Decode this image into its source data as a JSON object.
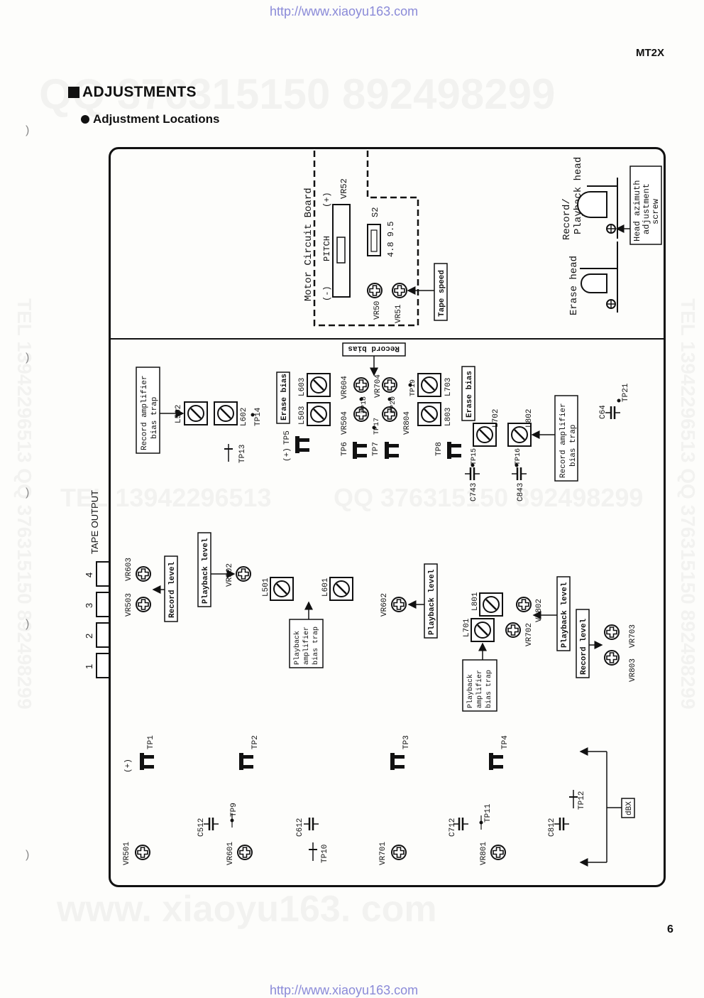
{
  "header": {
    "url_top": "http://www.xiaoyu163.com",
    "model": "MT2X"
  },
  "footer": {
    "url_bottom": "http://www.xiaoyu163.com",
    "page_number": "6"
  },
  "section": {
    "title": "ADJUSTMENTS",
    "subtitle": "Adjustment Locations"
  },
  "watermarks": {
    "qq_top": "QQ 376315150  892498299",
    "tel_mid": "TEL 13942296513",
    "qq_mid": "QQ 376315150  892498299",
    "tel_right": "TEL 13942296513  QQ 376315150  892498299",
    "tel_left": "TEL 13942296513  QQ 376315150  892498299",
    "www": "www. xiaoyu163. com"
  },
  "motor_board": {
    "title": "Motor Circuit Board",
    "pitch_label": "PITCH",
    "pitch_minus": "(-)",
    "pitch_plus": "(+)",
    "vr52": "VR52",
    "s2": "S2",
    "speeds": "4.8 9.5",
    "vr50": "VR50",
    "vr51": "VR51",
    "tape_speed": "Tape speed"
  },
  "heads": {
    "erase_head": "Erase head",
    "rp_head_line1": "Record/",
    "rp_head_line2": "Playback head",
    "azimuth_line1": "Head azimuth",
    "azimuth_line2": "adjustment",
    "azimuth_line3": "screw"
  },
  "callouts": {
    "record_amp_bias_trap_1": "Record amplifier",
    "record_amp_bias_trap_2": "bias trap",
    "erase_bias": "Erase bias",
    "record_bias": "Record bias",
    "record_level": "Record level",
    "playback_level": "Playback level",
    "playback_amp_bias_1": "Playback",
    "playback_amp_bias_2": "amplifier",
    "playback_amp_bias_3": "bias trap",
    "dbx": "dBX",
    "tape_output": "TAPE OUTPUT"
  },
  "components": {
    "L502": "L502",
    "L602": "L602",
    "TP14": "TP14",
    "TP13": "TP13",
    "L503": "L503",
    "L603": "L603",
    "VR604": "VR604",
    "VR504": "VR504",
    "TP18": "TP18",
    "TP17": "TP17",
    "VR704": "VR704",
    "TP20": "TP20",
    "VR804": "VR804",
    "TP19": "TP19",
    "L703": "L703",
    "L803": "L803",
    "TP5": "TP5",
    "TP5_plus": "(+)",
    "TP6": "TP6",
    "TP7": "TP7",
    "TP8": "TP8",
    "L702": "L702",
    "L802": "L802",
    "TP15": "TP15",
    "TP16": "TP16",
    "C743": "C743",
    "C843": "C843",
    "C64": "C64",
    "TP21": "TP21",
    "VR503": "VR503",
    "VR603": "VR603",
    "VR502": "VR502",
    "L501": "L501",
    "L601": "L601",
    "VR602": "VR602",
    "L701": "L701",
    "L801": "L801",
    "VR702": "VR702",
    "VR802": "VR802",
    "VR803": "VR803",
    "VR703": "VR703",
    "TP1": "TP1",
    "TP1_plus": "(+)",
    "TP2": "TP2",
    "TP3": "TP3",
    "TP4": "TP4",
    "C512": "C512",
    "TP9": "TP9",
    "C612": "C612",
    "TP10": "TP10",
    "C712": "C712",
    "TP11": "TP11",
    "C812": "C812",
    "TP12": "TP12",
    "VR501": "VR501",
    "VR601": "VR601",
    "VR701": "VR701",
    "VR801": "VR801",
    "out1": "1",
    "out2": "2",
    "out3": "3",
    "out4": "4"
  }
}
